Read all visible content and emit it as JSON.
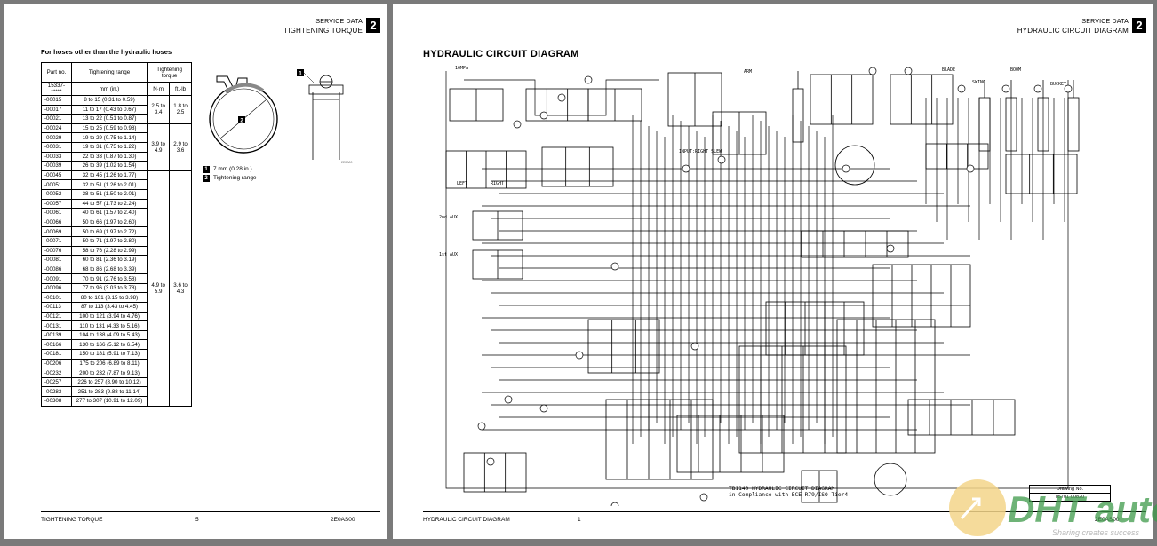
{
  "left_page": {
    "header": {
      "small": "SERVICE DATA",
      "big": "TIGHTENING TORQUE",
      "number": "2"
    },
    "section_title": "For hoses other than the hydraulic hoses",
    "table": {
      "headers": {
        "part_no": "Part no.",
        "range": "Tightening range",
        "torque": "Tightening torque",
        "prefix": "15337-*****",
        "unit_range": "mm (in.)",
        "unit_nm": "N·m",
        "unit_ft": "ft.-lb"
      },
      "rows": [
        {
          "pn": "-00015",
          "range": "8 to 15 (0.31 to 0.59)"
        },
        {
          "pn": "-00017",
          "range": "11 to 17 (0.43 to 0.67)"
        },
        {
          "pn": "-00021",
          "range": "13 to 22 (0.51 to 0.87)"
        },
        {
          "pn": "-00024",
          "range": "15 to 25 (0.59 to 0.98)"
        },
        {
          "pn": "-00029",
          "range": "19 to 29 (0.75 to 1.14)"
        },
        {
          "pn": "-00031",
          "range": "19 to 31 (0.75 to 1.22)"
        },
        {
          "pn": "-00033",
          "range": "22 to 33 (0.87 to 1.30)"
        },
        {
          "pn": "-00039",
          "range": "26 to 39 (1.02 to 1.54)"
        },
        {
          "pn": "-00045",
          "range": "32 to 45 (1.26 to 1.77)"
        },
        {
          "pn": "-00051",
          "range": "32 to 51 (1.26 to 2.01)"
        },
        {
          "pn": "-00052",
          "range": "38 to 51 (1.50 to 2.01)"
        },
        {
          "pn": "-00057",
          "range": "44 to 57 (1.73 to 2.24)"
        },
        {
          "pn": "-00061",
          "range": "40 to 61 (1.57 to 2.40)"
        },
        {
          "pn": "-00066",
          "range": "50 to 66 (1.97 to 2.60)"
        },
        {
          "pn": "-00069",
          "range": "50 to 69 (1.97 to 2.72)"
        },
        {
          "pn": "-00071",
          "range": "50 to 71 (1.97 to 2.80)"
        },
        {
          "pn": "-00076",
          "range": "58 to 76 (2.28 to 2.99)"
        },
        {
          "pn": "-00081",
          "range": "60 to 81 (2.36 to 3.19)"
        },
        {
          "pn": "-00086",
          "range": "68 to 86 (2.68 to 3.39)"
        },
        {
          "pn": "-00091",
          "range": "70 to 91 (2.76 to 3.58)"
        },
        {
          "pn": "-00096",
          "range": "77 to 96 (3.03 to 3.78)"
        },
        {
          "pn": "-00101",
          "range": "80 to 101 (3.15 to 3.98)"
        },
        {
          "pn": "-00113",
          "range": "87 to 113 (3.43 to 4.45)"
        },
        {
          "pn": "-00121",
          "range": "100 to 121 (3.94 to 4.76)"
        },
        {
          "pn": "-00131",
          "range": "110 to 131 (4.33 to 5.16)"
        },
        {
          "pn": "-00139",
          "range": "104 to 138 (4.09 to 5.43)"
        },
        {
          "pn": "-00166",
          "range": "130 to 166 (5.12 to 6.54)"
        },
        {
          "pn": "-00181",
          "range": "150 to 181 (5.91 to 7.13)"
        },
        {
          "pn": "-00206",
          "range": "175 to 206 (6.89 to 8.11)"
        },
        {
          "pn": "-00232",
          "range": "200 to 232 (7.87 to 9.13)"
        },
        {
          "pn": "-00257",
          "range": "226 to 257 (8.90 to 10.12)"
        },
        {
          "pn": "-00283",
          "range": "251 to 283 (9.88 to 11.14)"
        },
        {
          "pn": "-00308",
          "range": "277 to 307 (10.91 to 12.09)"
        }
      ],
      "groups": [
        {
          "nm": "2.5 to 3.4",
          "ft": "1.8 to 2.5"
        },
        {
          "nm": "3.9 to 4.9",
          "ft": "2.9 to 3.6"
        },
        {
          "nm": "4.9 to 5.9",
          "ft": "3.6 to 4.3"
        }
      ]
    },
    "clamp": {
      "label1": "1",
      "label2": "2",
      "code": "2E0A00",
      "legend": [
        {
          "num": "1",
          "text": "7 mm (0.28 in.)"
        },
        {
          "num": "2",
          "text": "Tightening range"
        }
      ]
    },
    "footer": {
      "left": "TIGHTENING TORQUE",
      "page": "5",
      "right": "2E0AS00"
    }
  },
  "right_page": {
    "header": {
      "small": "SERVICE DATA",
      "big": "HYDRAULIC CIRCUIT DIAGRAM",
      "number": "2"
    },
    "title": "HYDRAULIC CIRCUIT DIAGRAM",
    "labels": {
      "arm": "ARM",
      "blade": "BLADE",
      "boom": "BOOM",
      "swing": "SWING",
      "bucket": "BUCKET",
      "left": "LEFT",
      "right": "RIGHT",
      "aux2": "2nd AUX.",
      "aux1": "1st AUX.",
      "slew": "INPUT:RIGHT SLEW",
      "mpa": "16MPa"
    },
    "caption": {
      "line1": "TB1140 HYDRAULIC CIRCUIT DIAGRAM",
      "line2": "in Compliance with ECE R79/ISO Tier4"
    },
    "drawing": {
      "label": "Drawing No.",
      "number": "05701-00820"
    },
    "footer": {
      "left": "HYDRAULIC CIRCUIT DIAGRAM",
      "page": "1",
      "right": "2E0AS00"
    },
    "watermark": {
      "logo": "DHT auto",
      "tagline": "Sharing creates success"
    }
  }
}
